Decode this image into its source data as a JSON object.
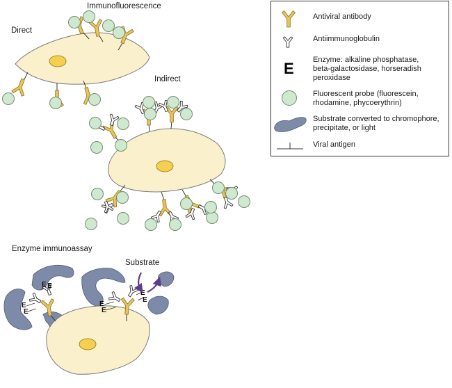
{
  "labels": {
    "title": "Immunofluorescence",
    "direct": "Direct",
    "indirect": "Indirect",
    "eia": "Enzyme immunoassay",
    "substrate": "Substrate",
    "enzyme_letter": "E"
  },
  "legend": {
    "items": [
      {
        "icon": "antiviral-antibody-icon",
        "lines": [
          "Antiviral antibody"
        ]
      },
      {
        "icon": "antiimmunoglobulin-icon",
        "lines": [
          "Antiimmunoglobulin"
        ]
      },
      {
        "icon": "enzyme-icon",
        "lines": [
          "Enzyme: alkaline phosphatase,",
          "beta-galactosidase, horseradish",
          "peroxidase"
        ]
      },
      {
        "icon": "fluorescent-probe-icon",
        "lines": [
          "Fluorescent probe (fluorescein,",
          "rhodamine, phycoerythrin)"
        ]
      },
      {
        "icon": "substrate-icon",
        "lines": [
          "Substrate converted to chromophore,",
          "precipitate, or light"
        ]
      },
      {
        "icon": "viral-antigen-icon",
        "lines": [
          "Viral antigen"
        ]
      }
    ]
  },
  "colors": {
    "cell_fill": "#fbf0cc",
    "cell_stroke": "#7a7a7a",
    "nucleus": "#f5cf4e",
    "antibody": "#e9c45a",
    "antibody_stroke": "#8a7020",
    "probe_fill": "#cfe8cf",
    "probe_stroke": "#6f8f6f",
    "substrate": "#7d8aa8",
    "arrow": "#5d3f86"
  }
}
